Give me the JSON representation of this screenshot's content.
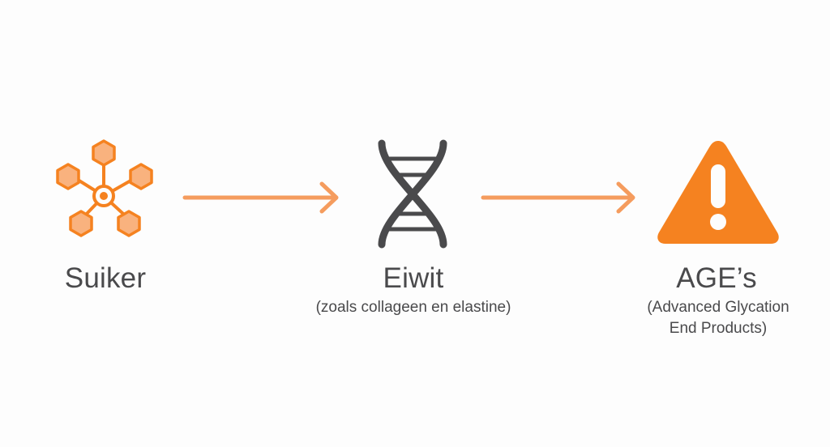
{
  "steps": [
    {
      "icon": "molecule-icon",
      "label": "Suiker",
      "sublabel": ""
    },
    {
      "icon": "dna-icon",
      "label": "Eiwit",
      "sublabel": "(zoals collageen en elastine)"
    },
    {
      "icon": "warning-icon",
      "label": "AGE’s",
      "sublabel_line1": "(Advanced Glycation",
      "sublabel_line2": "End Products)",
      "warning_mark": "!"
    }
  ],
  "colors": {
    "accent": "#f58220",
    "accent_light": "#f9b27e",
    "arrow": "#f59c5e",
    "dark": "#4a4a4c",
    "background": "#fdfdfd"
  }
}
